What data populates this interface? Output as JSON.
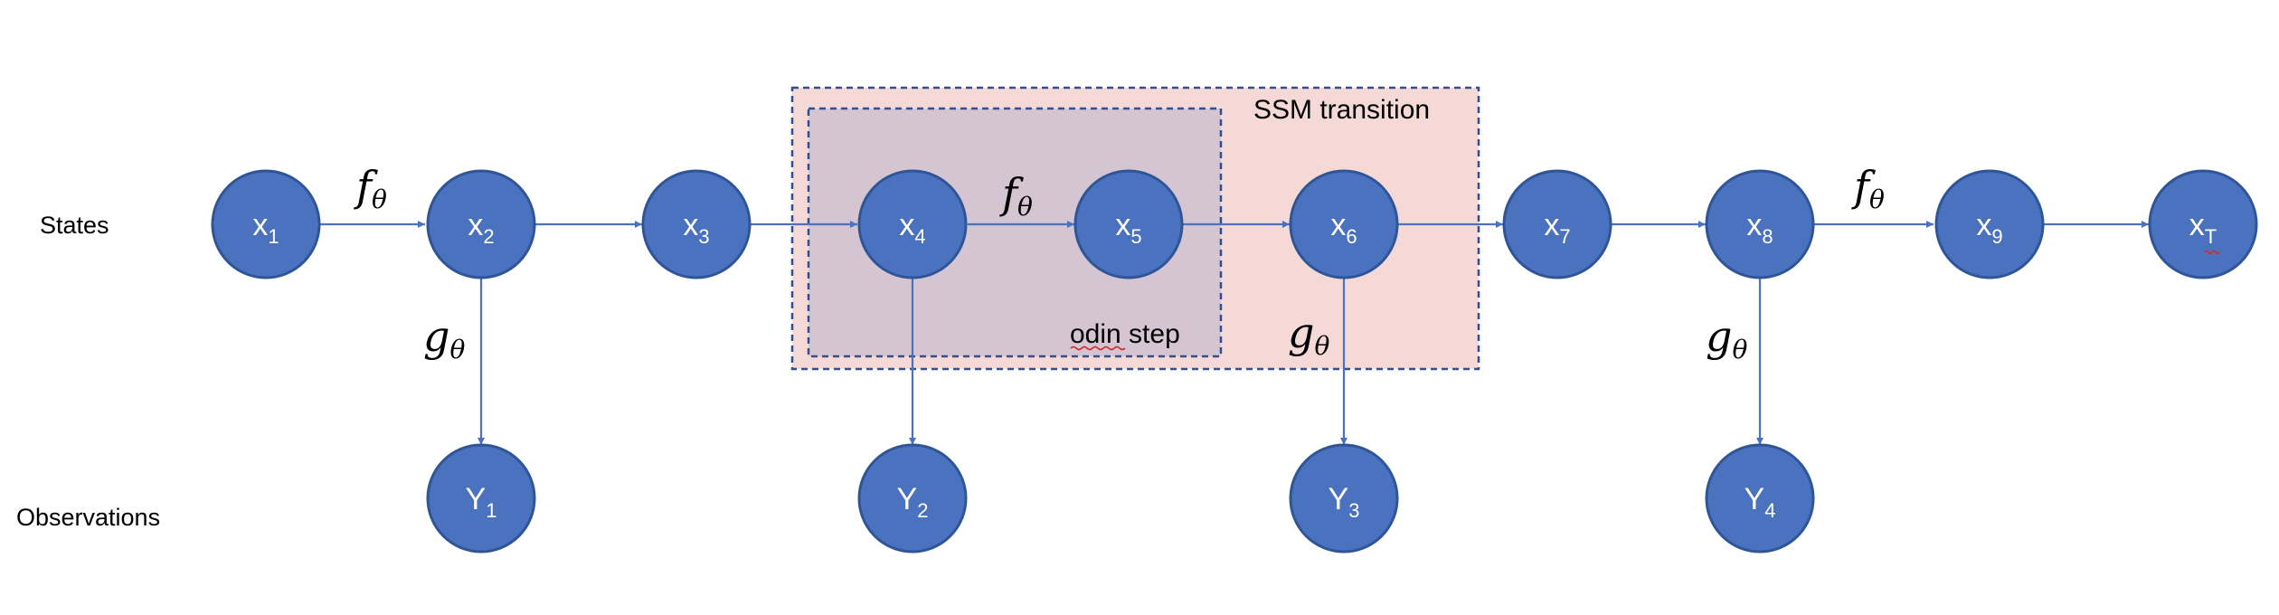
{
  "row_labels": {
    "states": "States",
    "observations": "Observations"
  },
  "boxes": {
    "ssm_transition": {
      "label": "SSM transition",
      "fill": "#f5d9d7",
      "border": "#2f4f8f"
    },
    "odin_step": {
      "label": "odin step",
      "fill": "#d5c5d2",
      "border": "#2f4f8f"
    }
  },
  "function_labels": {
    "f": {
      "main": "f",
      "sub": "θ"
    },
    "g": {
      "main": "g",
      "sub": "θ"
    }
  },
  "states": [
    {
      "name": "x",
      "sub": "1"
    },
    {
      "name": "x",
      "sub": "2"
    },
    {
      "name": "x",
      "sub": "3"
    },
    {
      "name": "x",
      "sub": "4"
    },
    {
      "name": "x",
      "sub": "5"
    },
    {
      "name": "x",
      "sub": "6"
    },
    {
      "name": "x",
      "sub": "7"
    },
    {
      "name": "x",
      "sub": "8"
    },
    {
      "name": "x",
      "sub": "9"
    },
    {
      "name": "x",
      "sub": "T"
    }
  ],
  "observations": [
    {
      "name": "Y",
      "sub": "1"
    },
    {
      "name": "Y",
      "sub": "2"
    },
    {
      "name": "Y",
      "sub": "3"
    },
    {
      "name": "Y",
      "sub": "4"
    }
  ],
  "colors": {
    "node_fill": "#4a72bf",
    "node_stroke": "#2f5597",
    "edge": "#4a72bf"
  }
}
